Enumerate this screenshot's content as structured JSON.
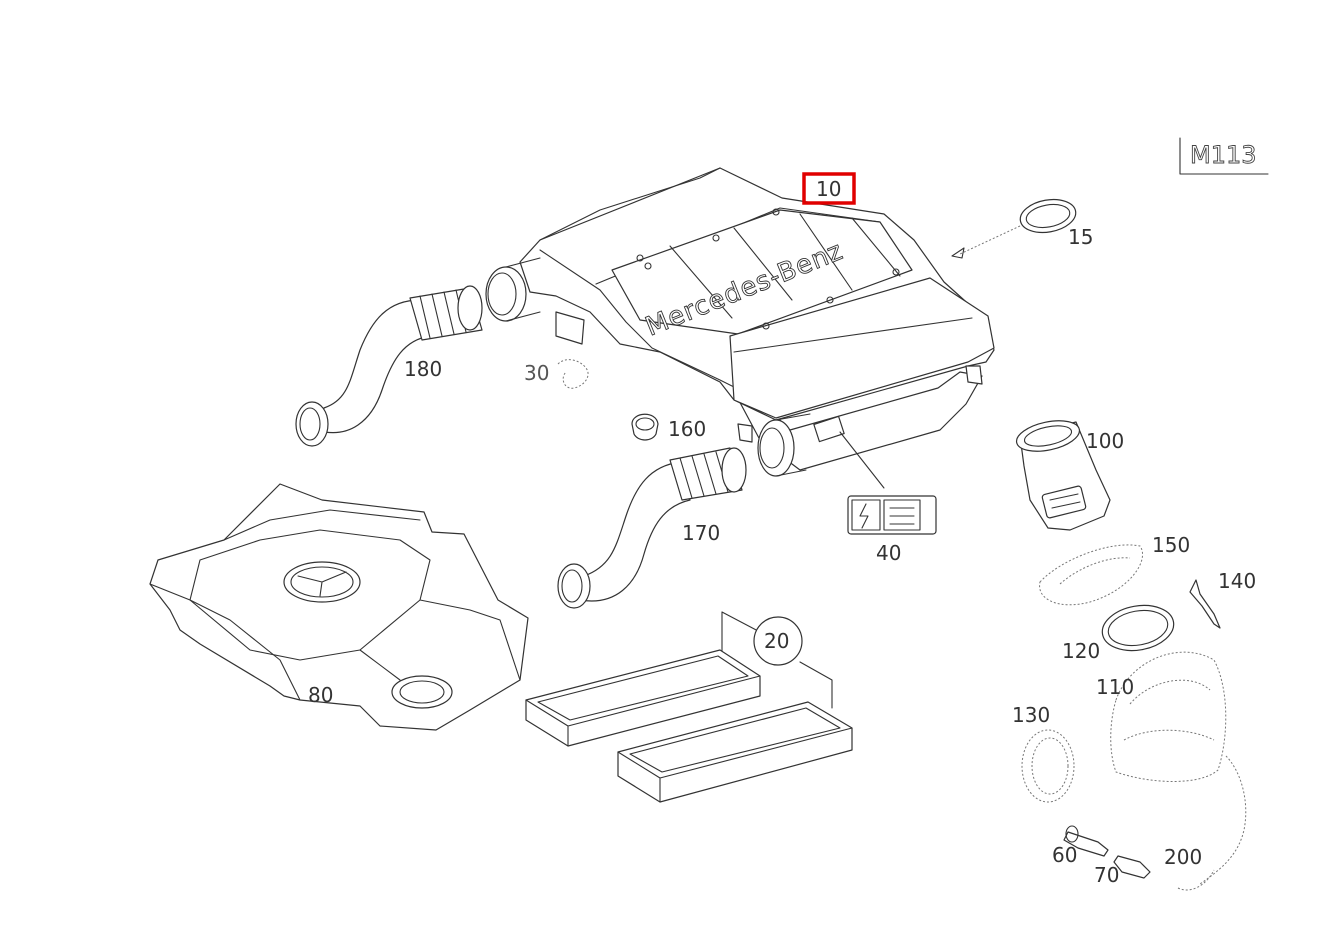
{
  "engine_code": "M113",
  "highlight_color": "#e00000",
  "highlighted_part": "10",
  "housing_logo_text": "Mercedes-Benz",
  "labels": {
    "p10": "10",
    "p15": "15",
    "p20": "20",
    "p30": "30",
    "p40": "40",
    "p60": "60",
    "p70": "70",
    "p80": "80",
    "p100": "100",
    "p110": "110",
    "p120": "120",
    "p130": "130",
    "p140": "140",
    "p150": "150",
    "p160": "160",
    "p170": "170",
    "p180": "180",
    "p200": "200"
  }
}
